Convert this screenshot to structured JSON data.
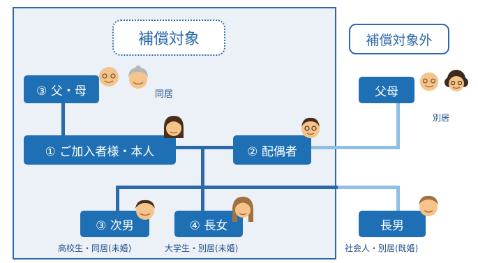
{
  "colors": {
    "primary": "#1e6fb3",
    "border": "#2c69a8",
    "panel_bg": "#ecf0f7",
    "external_line": "#8fc0e4"
  },
  "covered": {
    "title": "補償対象"
  },
  "excluded": {
    "title": "補償対象外"
  },
  "nodes": {
    "parents_cohabiting": {
      "label": "③ 父・母",
      "caption": "同居"
    },
    "self": {
      "label": "① ご加入者様・本人"
    },
    "spouse": {
      "label": "② 配偶者"
    },
    "second_son": {
      "label": "③ 次男",
      "caption": "高校生・同居(未婚)"
    },
    "eldest_daughter": {
      "label": "④ 長女",
      "caption": "大学生・別居(未婚)"
    },
    "parents_separate": {
      "label": "父母",
      "caption": "別居"
    },
    "eldest_son": {
      "label": "長男",
      "caption": "社会人・別居(既婚)"
    }
  },
  "icons": [
    "grandfather-icon",
    "grandmother-icon",
    "woman-icon",
    "man-icon",
    "boy-icon",
    "girl-icon"
  ]
}
